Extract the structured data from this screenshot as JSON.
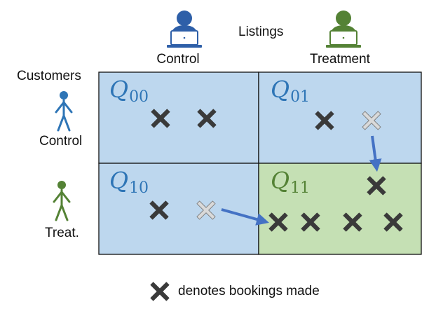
{
  "header": {
    "listings_label": "Listings",
    "control_label": "Control",
    "treatment_label": "Treatment"
  },
  "side": {
    "customers_label": "Customers",
    "control_label": "Control",
    "treatment_label": "Treat."
  },
  "quadrants": [
    {
      "id": "00",
      "symbol": "Q",
      "subscript": "00",
      "color": "#2e75b6",
      "fill": "#bdd7ee",
      "dark_marks": 2,
      "light_marks": 0
    },
    {
      "id": "01",
      "symbol": "Q",
      "subscript": "01",
      "color": "#2e75b6",
      "fill": "#bdd7ee",
      "dark_marks": 1,
      "light_marks": 1
    },
    {
      "id": "10",
      "symbol": "Q",
      "subscript": "10",
      "color": "#2e75b6",
      "fill": "#bdd7ee",
      "dark_marks": 1,
      "light_marks": 1
    },
    {
      "id": "11",
      "symbol": "Q",
      "subscript": "11",
      "color": "#548235",
      "fill": "#c5e0b4",
      "dark_marks": 5,
      "light_marks": 0
    }
  ],
  "legend": {
    "text": "denotes bookings made",
    "icon": "x-mark-icon"
  },
  "icons": {
    "control_listing": "laptop-user-icon",
    "treatment_listing": "laptop-user-icon",
    "control_customer": "person-icon",
    "treatment_customer": "person-icon"
  },
  "colors": {
    "control": "#2e75b6",
    "treatment": "#548235",
    "arrow": "#4472c4",
    "mark_dark": "#3a3a3a",
    "mark_light": "#d9d9d9"
  }
}
